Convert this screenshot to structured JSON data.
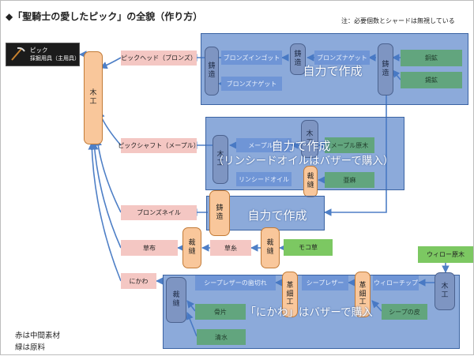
{
  "title": "◆「聖騎士の愛したピック」の全貌（作り方）",
  "note": "注：必要個数とシャードは無視している",
  "legend": [
    "赤は中間素材",
    "緑は原料"
  ],
  "item": {
    "line1": "ピック",
    "line2": "採掘用具（主用具）"
  },
  "processes": {
    "mokko": [
      "木",
      "工"
    ],
    "chuzo": [
      "鋳",
      "造"
    ],
    "saiho": [
      "裁",
      "縫"
    ],
    "kakou": [
      "革",
      "細",
      "工"
    ],
    "hazai": [
      "木",
      "工"
    ]
  },
  "intermediates": {
    "pickhead": "ピックヘッド（ブロンズ）",
    "pickshaft": "ピックシャフト（メープル）",
    "bronzenail": "ブロンズネイル",
    "kusanuno": "草布",
    "kusaito": "草糸",
    "nikawa": "にかわ"
  },
  "inner": {
    "bronze_ingot": "ブロンズインゴット",
    "bronze_nugget_a": "ブロンズナゲット",
    "bronze_nugget_b": "ブロンズナゲット",
    "maple_wood": "メープル材",
    "linseed_oil": "リンシードオイル",
    "sheep_leather_scraps": "シープレザーの歯切れ",
    "sheep_leather": "シープレザー",
    "willow_chip": "ウィローチップ"
  },
  "raw": {
    "doukou": "銅鉱",
    "suzukou": "錫鉱",
    "maple_log": "メープル原木",
    "ama": "亜麻",
    "mokogusa": "モコ草",
    "willow_log": "ウィロー原木",
    "hone": "骨片",
    "sheep_hide": "シープの皮",
    "seisui": "清水"
  },
  "overlays": {
    "self1": "自力で作成",
    "self2": "自力で作成",
    "self2b": "（リンシードオイルはバザーで購入）",
    "self3": "自力で作成",
    "bazaar": "「にかわ」はバザーで購入"
  }
}
